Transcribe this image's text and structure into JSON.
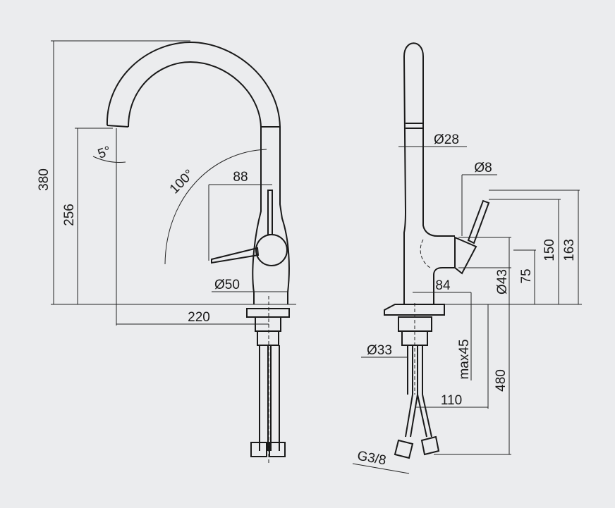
{
  "title": "Kitchen faucet dimension drawing",
  "front_view": {
    "height_total": "380",
    "spout_height": "256",
    "spout_angle": "5°",
    "swivel_angle": "100°",
    "lever_reach": "88",
    "body_diameter": "Ø50",
    "spout_reach": "220"
  },
  "side_view": {
    "spout_diameter": "Ø28",
    "lever_diameter": "Ø8",
    "lever_height_max": "163",
    "lever_height": "150",
    "axis_height": "75",
    "lever_hub_diameter": "Ø43",
    "body_depth": "84",
    "shank_diameter": "Ø33",
    "max_deck_thickness": "max45",
    "hose_length": "480",
    "hose_offset": "110",
    "connection_thread": "G3/8"
  },
  "colors": {
    "background": "#ebecee",
    "line": "#1a1a1a"
  }
}
